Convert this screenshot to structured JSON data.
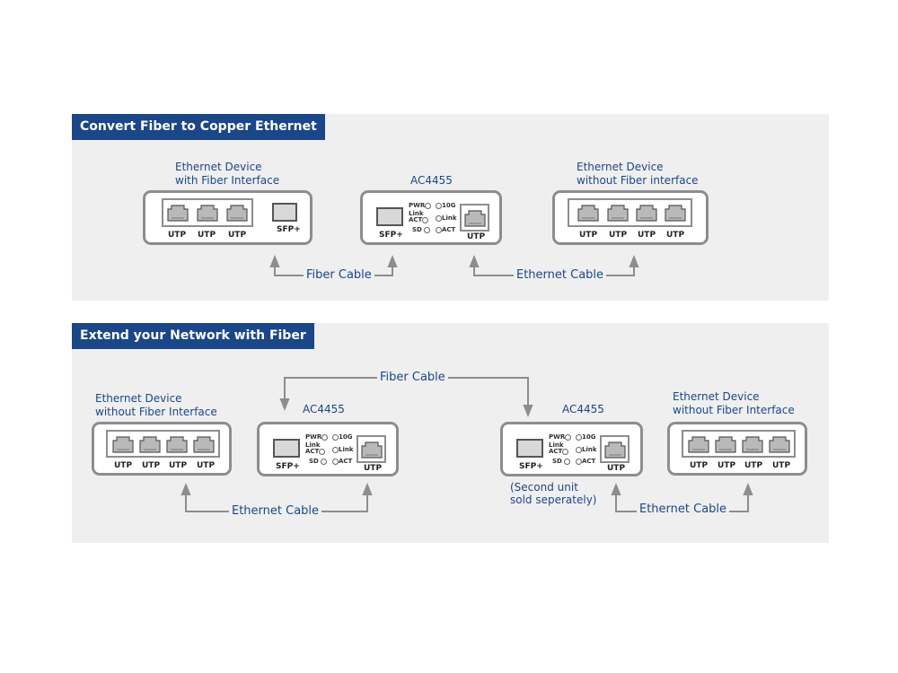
{
  "top": {
    "title": "Convert Fiber to Copper Ethernet",
    "device_left_label": [
      "Ethernet Device",
      "with Fiber Interface"
    ],
    "device_center_label": "AC4455",
    "device_right_label": [
      "Ethernet Device",
      "without Fiber interface"
    ],
    "fiber_cable": "Fiber Cable",
    "ethernet_cable": "Ethernet Cable"
  },
  "bottom": {
    "title": "Extend your Network with Fiber",
    "device_left_label": [
      "Ethernet Device",
      "without Fiber Interface"
    ],
    "device_center1_label": "AC4455",
    "device_center2_label": "AC4455",
    "device_right_label": [
      "Ethernet Device",
      "without Fiber Interface"
    ],
    "fiber_cable": "Fiber Cable",
    "ethernet_cable_left": "Ethernet Cable",
    "ethernet_cable_right": "Ethernet Cable",
    "second_unit_note": [
      "(Second unit",
      "sold seperately)"
    ]
  },
  "labels": {
    "utp": "UTP",
    "sfp": "SFP+",
    "led_pwr": "PWR",
    "led_link": "Link",
    "led_act": "ACT",
    "led_sd": "SD",
    "led_10g": "10G",
    "led_link2": "Link",
    "led_act2": "ACT"
  },
  "colors": {
    "title_bg": "#1b4688",
    "text": "#1b4688",
    "panel_bg": "#efefef",
    "device_border": "#8d8d8d"
  }
}
